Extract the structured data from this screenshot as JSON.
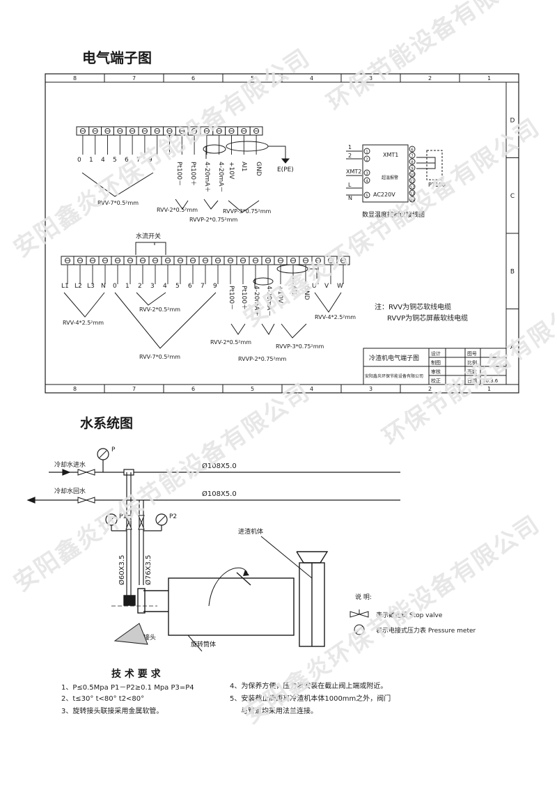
{
  "electrical": {
    "title": "电气端子图",
    "col_numbers": [
      "8",
      "7",
      "6",
      "5",
      "4",
      "3",
      "2",
      "1"
    ],
    "row_letters": [
      "D",
      "C",
      "B",
      "A"
    ],
    "terminals_top": [
      "0",
      "1",
      "4",
      "5",
      "6",
      "7",
      "9",
      "Pt100－",
      "Pt100＋",
      "4-20mA＋",
      "4-20mA－",
      "+10V",
      "AI1",
      "GND"
    ],
    "pe_label": "E(PE)",
    "cables_top": [
      "RVV-7*0.5²mm",
      "RVV-2*0.5²mm",
      "RVVP-2*0.75²mm",
      "RVVP-3*0.75²mm"
    ],
    "controller": {
      "inputs": [
        "1",
        "2",
        "XMT2",
        "L",
        "N"
      ],
      "labels": [
        "XMT1",
        "超温报警",
        "AC220V"
      ],
      "pins": [
        "1",
        "2",
        "3",
        "4",
        "5",
        "6",
        "7",
        "8",
        "9",
        "10",
        "11",
        "12",
        "13",
        "14"
      ],
      "pt100": "PT100",
      "caption": "数显温度控制仪接线图"
    },
    "switch_label": "水流开关",
    "terminals_bottom": [
      "L1",
      "L2",
      "L3",
      "N",
      "0",
      "1",
      "2",
      "3",
      "4",
      "5",
      "6",
      "7",
      "9",
      "Pt100－",
      "Pt100＋",
      "4-20mA＋",
      "4-20mA－",
      "+10V",
      "AI1",
      "GND",
      "U",
      "V",
      "W"
    ],
    "cables_bottom": [
      "RVV-4*2.5²mm",
      "RVV-2*0.5²mm",
      "RVV-7*0.5²mm",
      "RVV-2*0.5²mm",
      "RVVP-2*0.75²mm",
      "RVVP-3*0.75²mm",
      "RVV-4*2.5²mm"
    ],
    "note_1": "注：RVV为铜芯软线电缆",
    "note_2": "RVVP为铜芯屏蔽软线电缆",
    "title_block": {
      "drawing_name": "冷渣机电气端子图",
      "company": "安阳鑫炎环保节能设备有限公司",
      "roles": [
        "设计",
        "制图",
        "审核",
        "校正"
      ],
      "fields": [
        "图号",
        "比例",
        "页数",
        "日期"
      ],
      "date": "10.3.6"
    }
  },
  "water": {
    "title": "水系统图",
    "inlet_label": "冷却水进水",
    "return_label": "冷却水回水",
    "pipe_main_1": "Ø108X5.0",
    "pipe_main_2": "Ø108X5.0",
    "pipe_branch_1": "Ø60X3.5",
    "pipe_branch_2": "Ø76X3.5",
    "gauge_p": "P",
    "gauge_p1": "P1",
    "gauge_p2": "P2",
    "inlet_body_label": "进渣机体",
    "drum_label": "旋转筒体",
    "joint_label": "旋转接头",
    "legend_title": "说 明:",
    "legend_valve": "表示截止阀 Stop valve",
    "legend_gauge": "表示电接式压力表 Pressure meter"
  },
  "tech": {
    "title": "技 术 要 求",
    "items": [
      "1、P≤0.5Mpa  P1－P2≥0.1  Mpa P3=P4",
      "2、t≤30°  t<80°  t2<80°",
      "3、旋转接头联接采用金属软管。",
      "4、为保养方便，压力表安装在截止阀上端或附近。",
      "5、安装截止阀距离冷渣机本体1000mm之外，阀门",
      "与管道均采用法兰连接。"
    ]
  },
  "watermark": {
    "text_long": "安阳鑫炎环保节能设备有限公司",
    "text_short": "环保节能设备有限公司"
  },
  "colors": {
    "ink": "#1a1a1a",
    "paper": "#ffffff",
    "watermark": "#e5e5e5"
  }
}
